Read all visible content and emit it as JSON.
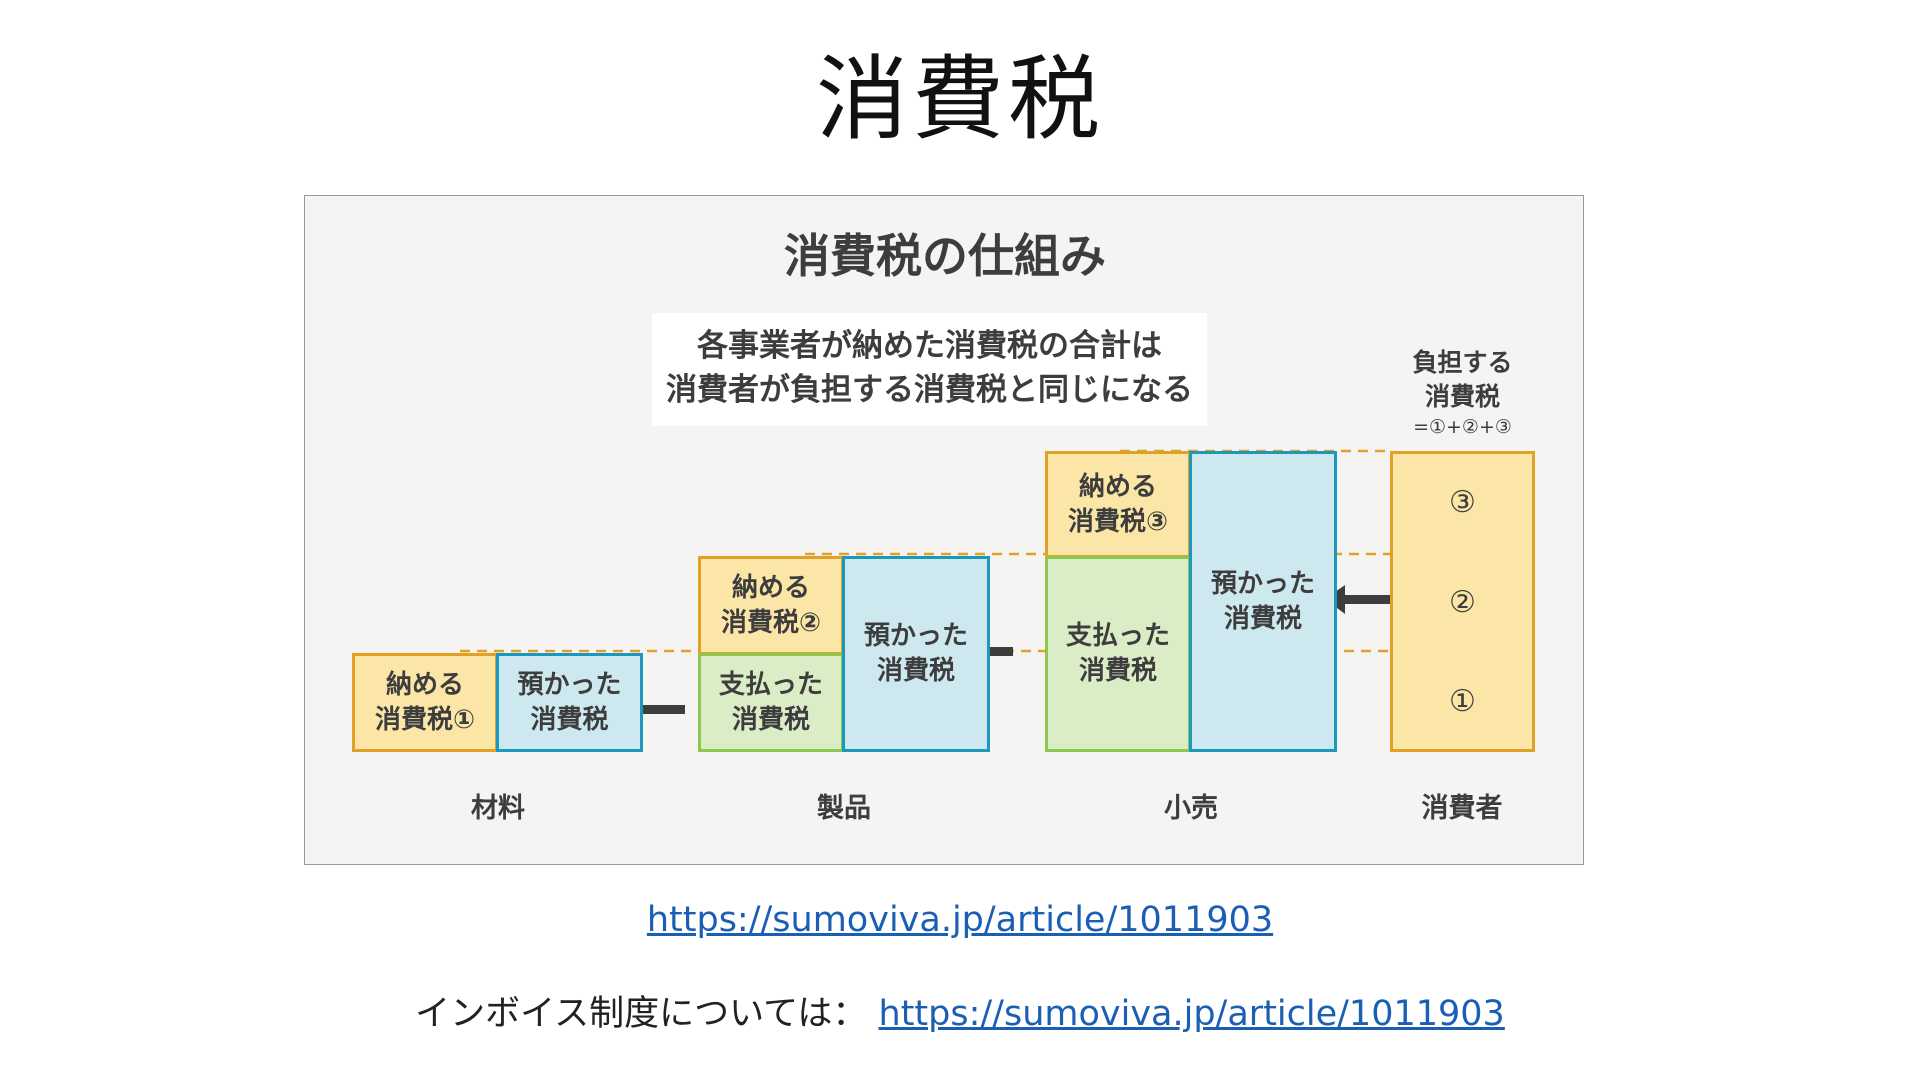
{
  "slide": {
    "title": "消費税",
    "link_url": "https://sumoviva.jp/article/1011903",
    "invoice_prefix": "インボイス制度については：",
    "invoice_link_url": "https://sumoviva.jp/article/1011903"
  },
  "diagram": {
    "title": "消費税の仕組み",
    "callout_line1": "各事業者が納めた消費税の合計は",
    "callout_line2": "消費者が負担する消費税と同じになる",
    "burden_line1": "負担する",
    "burden_line2": "消費税",
    "burden_formula": "=①+②+③",
    "stages": [
      "材料",
      "製品",
      "小売",
      "消費者"
    ],
    "material": {
      "pay_line1": "納める",
      "pay_line2": "消費税①",
      "recv_line1": "預かった",
      "recv_line2": "消費税"
    },
    "product": {
      "pay_line1": "納める",
      "pay_line2": "消費税②",
      "paid_line1": "支払った",
      "paid_line2": "消費税",
      "recv_line1": "預かった",
      "recv_line2": "消費税"
    },
    "retail": {
      "pay_line1": "納める",
      "pay_line2": "消費税③",
      "paid_line1": "支払った",
      "paid_line2": "消費税",
      "recv_line1": "預かった",
      "recv_line2": "消費税"
    },
    "consumer_segments": [
      "③",
      "②",
      "①"
    ],
    "colors": {
      "pay_fill": "#fbe6a8",
      "pay_border": "#e0a126",
      "received_fill": "#cde8ef",
      "received_border": "#1c98bd",
      "paid_fill": "#dbedc6",
      "paid_border": "#8cc84f",
      "arrow": "#3d3d3d",
      "dashed_line": "#e0a126"
    }
  }
}
